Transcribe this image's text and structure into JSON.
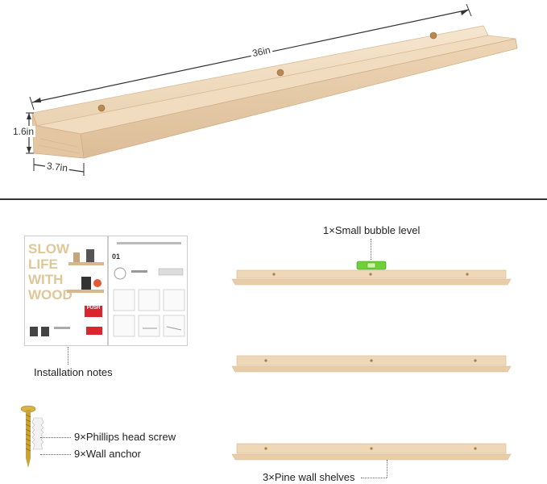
{
  "dimensions": {
    "length": "36in",
    "height": "1.6in",
    "depth": "3.7in"
  },
  "manual": {
    "cover_lines": [
      "SLOW",
      "LIFE",
      "WITH",
      "WOOD"
    ],
    "push_label": "PUSH",
    "page_number": "01"
  },
  "captions": {
    "bubble_level": "1×Small bubble level",
    "installation_notes": "Installation notes",
    "screw": "9×Phillips head screw",
    "anchor": "9×Wall anchor",
    "shelves": "3×Pine wall shelves"
  },
  "colors": {
    "wood_light": "#f3dfc5",
    "wood_mid": "#e9cfae",
    "wood_dark": "#d8b994",
    "level_green": "#6fd13a",
    "screw_gold": "#c9a23a",
    "anchor_white": "#f0f0f0"
  }
}
